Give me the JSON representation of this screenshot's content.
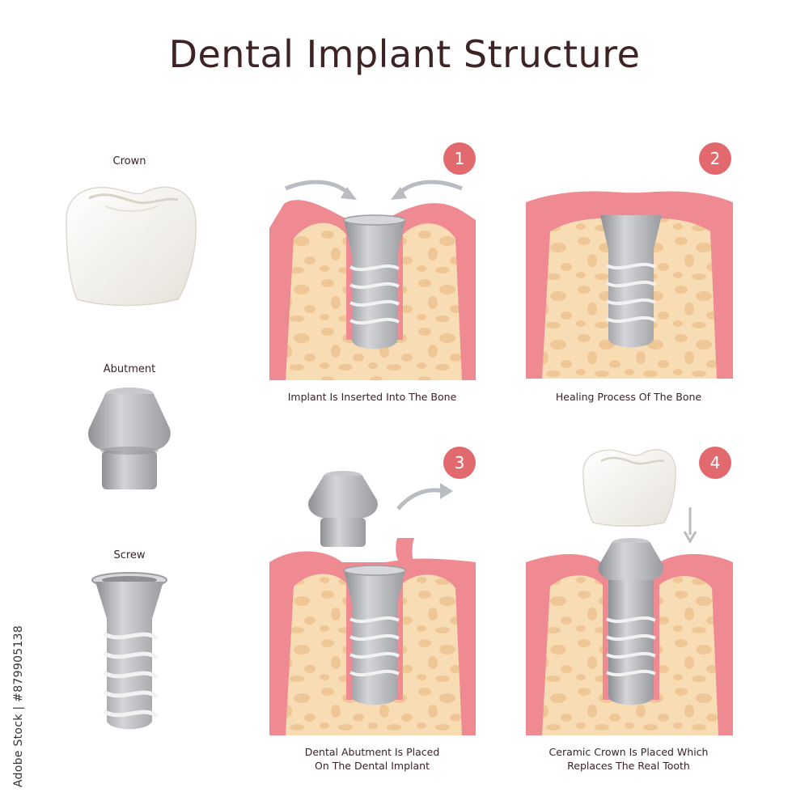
{
  "title": "Dental Implant Structure",
  "parts": {
    "crown": "Crown",
    "abutment": "Abutment",
    "screw": "Screw"
  },
  "steps": [
    {
      "number": "1",
      "caption": "Implant Is Inserted Into The Bone"
    },
    {
      "number": "2",
      "caption": "Healing Process Of The Bone"
    },
    {
      "number": "3",
      "caption_line1": "Dental Abutment Is Placed",
      "caption_line2": "On The Dental Implant"
    },
    {
      "number": "4",
      "caption_line1": "Ceramic Crown Is Placed Which",
      "caption_line2": "Replaces The Real Tooth"
    }
  ],
  "watermark": "Adobe Stock | #879905138",
  "colors": {
    "gum": "#f08a92",
    "gum_light": "#f7b8bd",
    "bone": "#f7dcb4",
    "bone_spots": "#efc797",
    "metal": "#a9aaad",
    "badge": "#e26a6f",
    "arrow": "#b9bcc0"
  }
}
